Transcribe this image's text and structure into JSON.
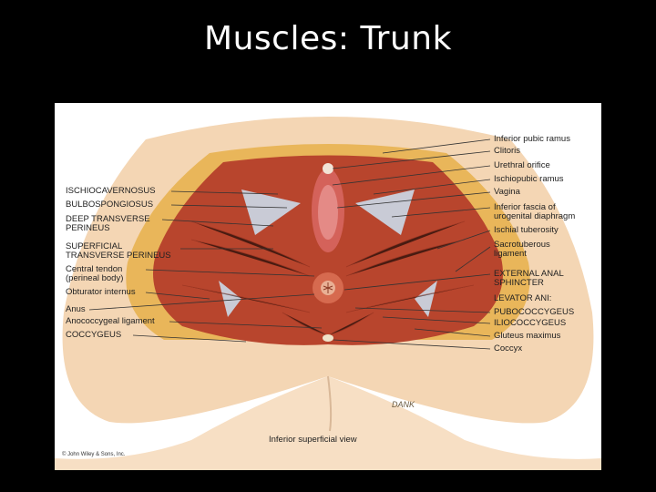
{
  "slide": {
    "title": "Muscles: Trunk"
  },
  "figure": {
    "left_labels": [
      "ISCHIOCAVERNOSUS",
      "BULBOSPONGIOSUS",
      "DEEP TRANSVERSE\nPERINEUS",
      "SUPERFICIAL\nTRANSVERSE PERINEUS",
      "Central tendon\n(perineal body)",
      "Obturator internus",
      "Anus",
      "Anococcygeal ligament",
      "COCCYGEUS"
    ],
    "right_labels": [
      "Inferior pubic ramus",
      "Clitoris",
      "Urethral orifice",
      "Ischiopubic ramus",
      "Vagina",
      "Inferior fascia of\nurogenital diaphragm",
      "Ischial tuberosity",
      "Sacrotuberous\nligament",
      "EXTERNAL ANAL\nSPHINCTER",
      "LEVATOR ANI:",
      "PUBOCOCCYGEUS",
      "ILIOCOCCYGEUS",
      "Gluteus maximus",
      "Coccyx"
    ],
    "caption": "Inferior superficial view",
    "copyright": "© John Wiley & Sons, Inc.",
    "signature": "DANK"
  }
}
